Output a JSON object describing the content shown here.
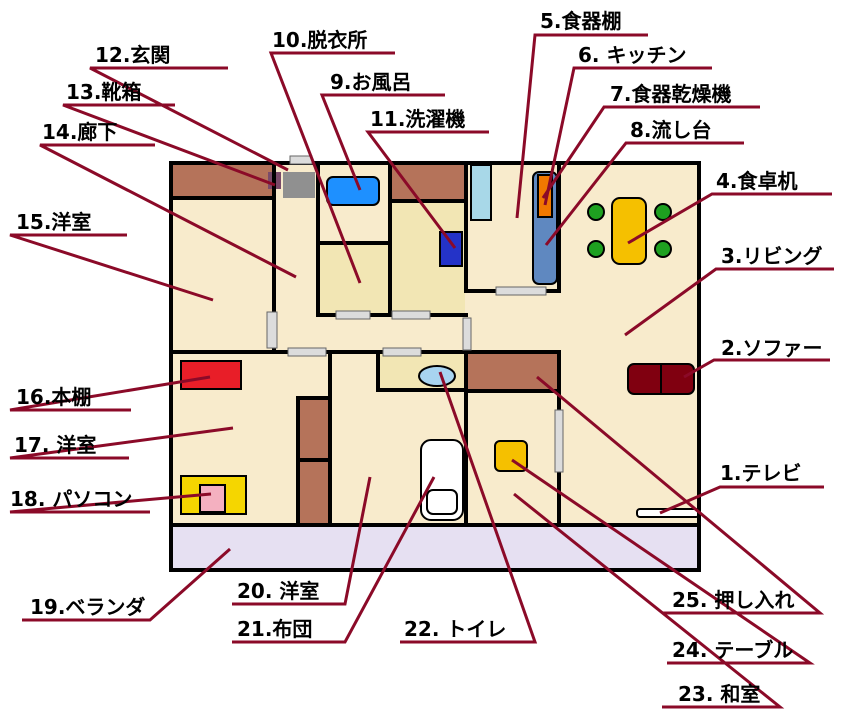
{
  "colors": {
    "floor": "#f8ebcc",
    "room_alt": "#f2e6b4",
    "wall": "#000000",
    "leader": "#8b0a28",
    "storage": "#b5735a",
    "veranda": "#e6e0f2",
    "door": "#dcdcdc",
    "bath": "#1e90ff",
    "washer": "#2433c8",
    "shelf_cyan": "#a8d8e8",
    "orange": "#f07800",
    "steel": "#5f88c0",
    "table_yellow": "#f5c000",
    "chair_green": "#1ea020",
    "sofa": "#800010",
    "bookshelf": "#e81e28",
    "desk": "#f5d600",
    "pc": "#f4b0c0",
    "toilet_bowl": "#a8d4f0",
    "futon": "#ffffff",
    "tv": "#ffffff"
  },
  "labels": {
    "tv": "1.テレビ",
    "sofa": "2.ソファー",
    "living": "3.リビング",
    "dining_table": "4.食卓机",
    "cupboard": "5.食器棚",
    "kitchen": "6. キッチン",
    "dish_dryer": "7.食器乾燥機",
    "sink": "8.流し台",
    "bath": "9.お風呂",
    "dressing": "10.脱衣所",
    "washer": "11.洗濯機",
    "entrance": "12.玄関",
    "shoe_box": "13.靴箱",
    "hallway": "14.廊下",
    "room15": "15.洋室",
    "bookshelf": "16.本棚",
    "room17": "17. 洋室",
    "pc": "18. パソコン",
    "veranda": "19.ベランダ",
    "room20": "20. 洋室",
    "futon": "21.布団",
    "toilet": "22. トイレ",
    "japanese_room": "23. 和室",
    "table": "24. テーブル",
    "closet": "25. 押し入れ"
  }
}
